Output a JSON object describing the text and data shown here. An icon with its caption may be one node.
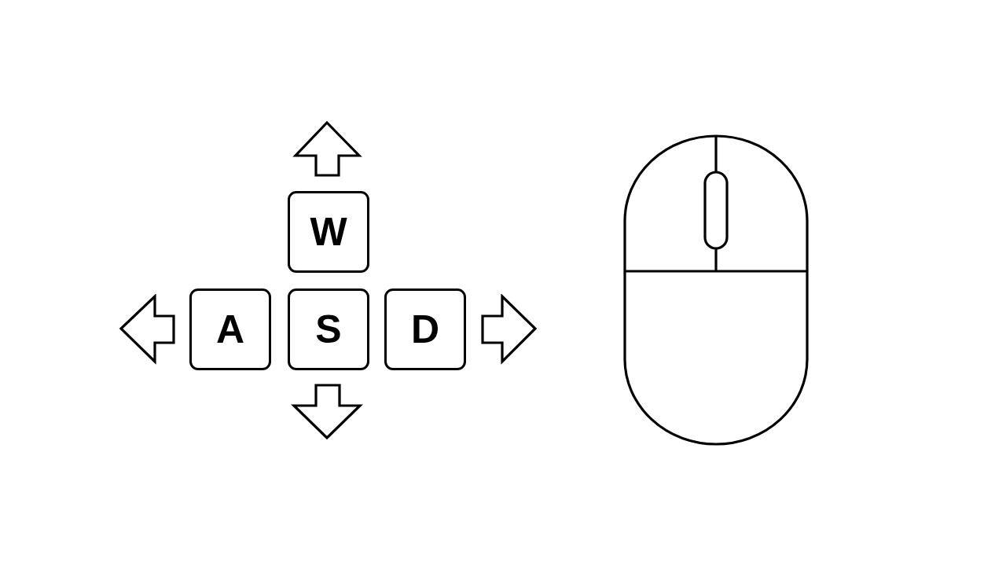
{
  "diagram": {
    "nodes": [
      {
        "text": [
          "W"
        ]
      },
      {
        "text": [
          "A"
        ]
      },
      {
        "text": [
          "S"
        ]
      },
      {
        "text": [
          "D"
        ]
      }
    ]
  }
}
